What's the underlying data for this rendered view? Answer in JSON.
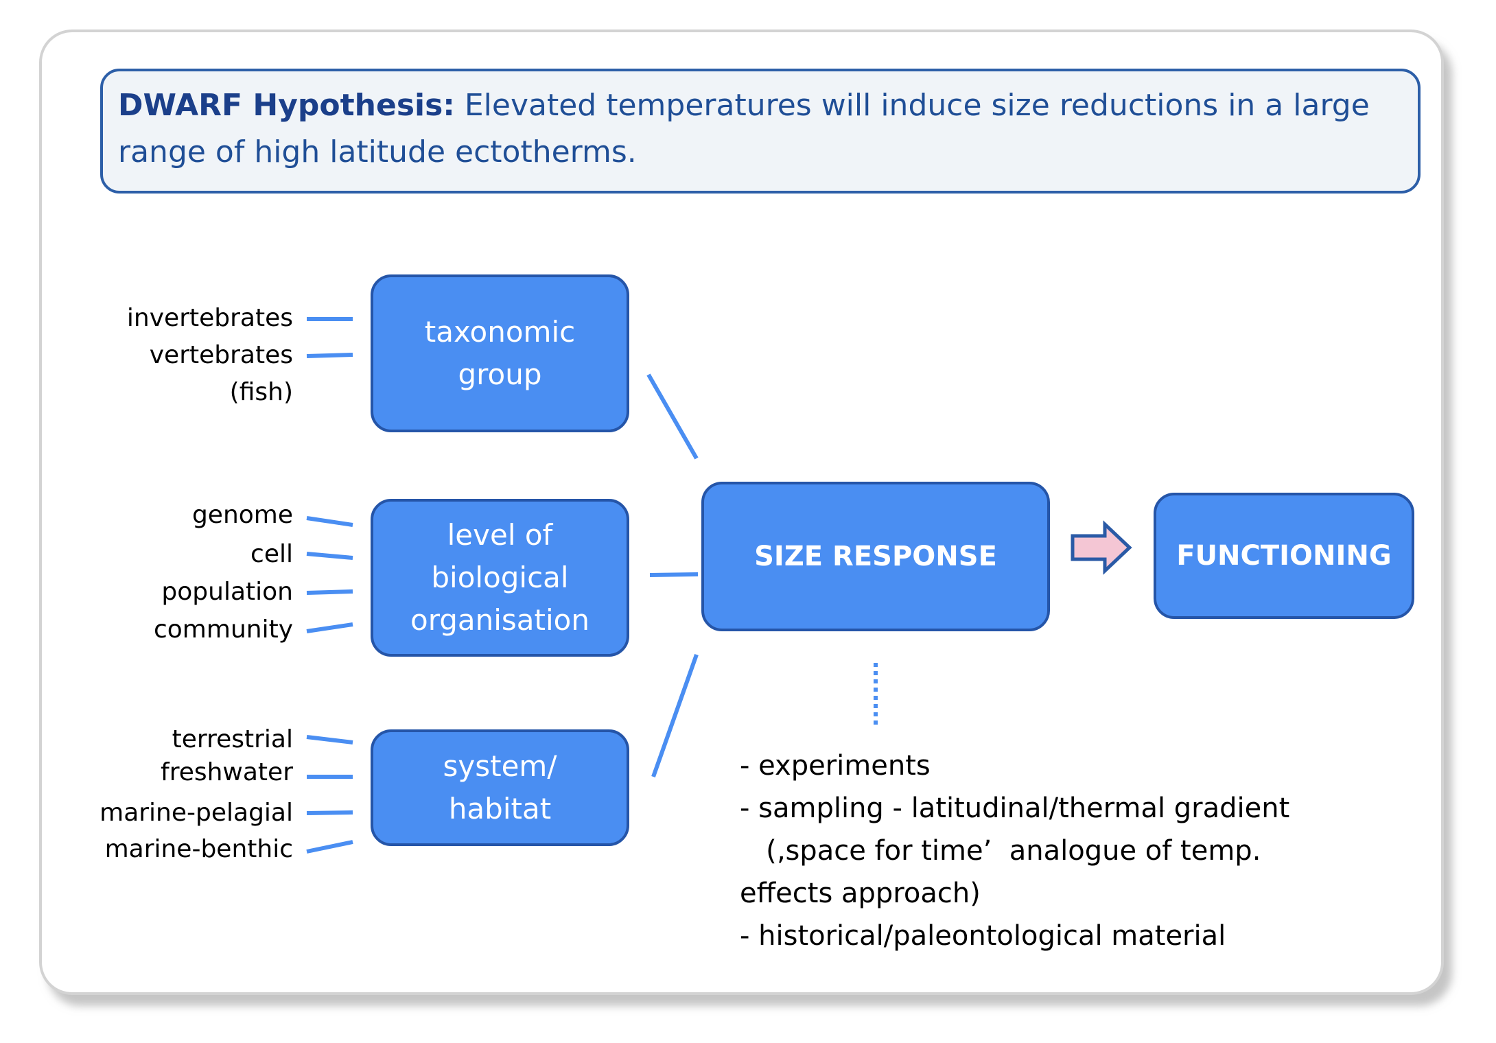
{
  "hypothesis": {
    "label": "DWARF Hypothesis:",
    "text": "Elevated temperatures will induce size reductions in a large range of high latitude ectotherms."
  },
  "boxes": {
    "taxonomic": [
      "taxonomic",
      "group"
    ],
    "level": [
      "level of",
      "biological",
      "organisation"
    ],
    "system": [
      "system/",
      "habitat"
    ],
    "size_response": "SIZE RESPONSE",
    "functioning": "FUNCTIONING"
  },
  "taxonomic_items": [
    "invertebrates",
    "vertebrates",
    "(fish)"
  ],
  "level_items": [
    "genome",
    "cell",
    "population",
    "community"
  ],
  "system_items": [
    "terrestrial",
    "freshwater",
    "marine-pelagial",
    "marine-benthic"
  ],
  "methods": [
    "- experiments",
    "- sampling - latitudinal/thermal  gradient",
    "   (‚space for time’  analogue of temp.",
    "effects  approach)",
    "- historical/paleontological  material"
  ],
  "colors": {
    "box_fill": "#4a8ef2",
    "box_border": "#2555a8",
    "connector": "#4a8ef2",
    "arrow_fill": "#f4c6d4",
    "hypothesis_border": "#2d5fa8"
  }
}
